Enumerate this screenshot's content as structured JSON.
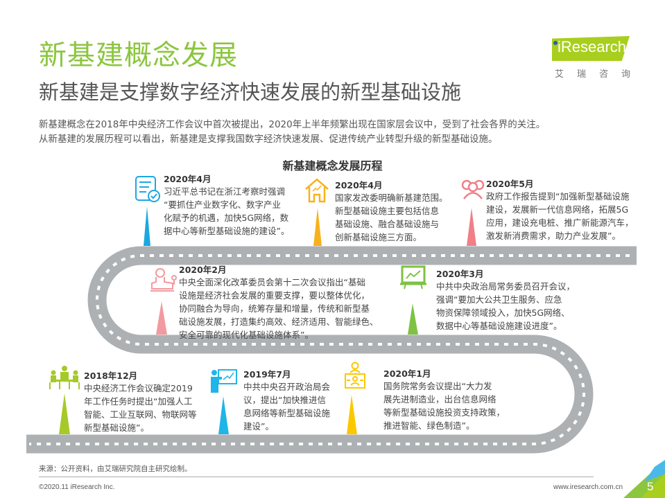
{
  "header": {
    "title": "新基建概念发展",
    "subtitle": "新基建是支撑数字经济快速发展的新型基础设施",
    "intro_lines": [
      "新基建概念在2018年中央经济工作会议中首次被提出，2020年上半年频繁出现在国家层会议中，受到了社会各界的关注。",
      "从新基建的发展历程可以看出，新基建是支撑我国数字经济快速发展、促进传统产业转型升级的新型基础设施。"
    ]
  },
  "logo": {
    "brand": "Research",
    "cn": "艾瑞咨询",
    "colors": {
      "badge": "#a8cf1e",
      "dot": "#2b5ea8"
    }
  },
  "diagram": {
    "title": "新基建概念发展历程",
    "colors": {
      "road": "#adb1b4",
      "road_marks": "#ffffff"
    },
    "events": [
      {
        "id": "2020-04-a",
        "date": "2020年4月",
        "icon": "document-check-icon",
        "color": "#1ba8e0",
        "lines": [
          "习近平总书记在浙江考察时强调",
          "“要抓住产业数字化、数字产业",
          "化赋予的机遇，加快5G网络，数",
          "据中心等新型基础设施的建设”。"
        ]
      },
      {
        "id": "2020-04-b",
        "date": "2020年4月",
        "icon": "house-chart-icon",
        "color": "#f7b21b",
        "lines": [
          "国家发改委明确新基建范围。",
          "新型基础设施主要包括信息",
          "基础设施、融合基础设施与",
          "创新基础设施三方面。"
        ]
      },
      {
        "id": "2020-05",
        "date": "2020年5月",
        "icon": "people-group-icon",
        "color": "#f07f88",
        "lines": [
          "政府工作报告提到“加强新型基础设施",
          "建设，发展新一代信息网络，拓展5G",
          "应用，建设充电桩、推广新能源汽车，",
          "激发新消费需求，助力产业发展”。"
        ]
      },
      {
        "id": "2020-02",
        "date": "2020年2月",
        "icon": "person-stamp-icon",
        "color": "#f29a9f",
        "lines": [
          "中央全面深化改革委员会第十二次会议指出“基础",
          "设施是经济社会发展的重要支撑，要以整体优化，",
          "协同融合为导向，统筹存量和增量，传统和新型基",
          "础设施发展，打造集约高效、经济适用、智能绿色、",
          "安全可靠的现代化基础设施体系”。"
        ]
      },
      {
        "id": "2020-03",
        "date": "2020年3月",
        "icon": "presentation-chart-icon",
        "color": "#7dc242",
        "lines": [
          "中共中央政治局常务委员召开会议，",
          "强调“要加大公共卫生服务、应急",
          "物资保障领域投入，加快5G网络、",
          "数据中心等基础设施建设进度”。"
        ]
      },
      {
        "id": "2018-12",
        "date": "2018年12月",
        "icon": "meeting-table-icon",
        "color": "#a6c92a",
        "lines": [
          "中央经济工作会议确定2019",
          "年工作任务时提出“加强人工",
          "智能、工业互联网、物联网等",
          "新型基础设施”。"
        ]
      },
      {
        "id": "2019-07",
        "date": "2019年7月",
        "icon": "presenter-icon",
        "color": "#1fb5e8",
        "lines": [
          "中共中央召开政治局会",
          "议，提出“加快推进信",
          "息网络等新型基础设施",
          "建设”。"
        ]
      },
      {
        "id": "2020-01",
        "date": "2020年1月",
        "icon": "id-card-person-icon",
        "color": "#fbc800",
        "lines": [
          "国务院常务会议提出“大力发",
          "展先进制造业，出台信息网络",
          "等新型基础设施投资支持政策，",
          "推进智能、绿色制造”。"
        ]
      }
    ]
  },
  "footer": {
    "source": "来源：公开资料，由艾瑞研究院自主研究绘制。",
    "copyright": "©2020.11 iResearch Inc.",
    "url": "www.iresearch.com.cn",
    "page_number": "5"
  }
}
